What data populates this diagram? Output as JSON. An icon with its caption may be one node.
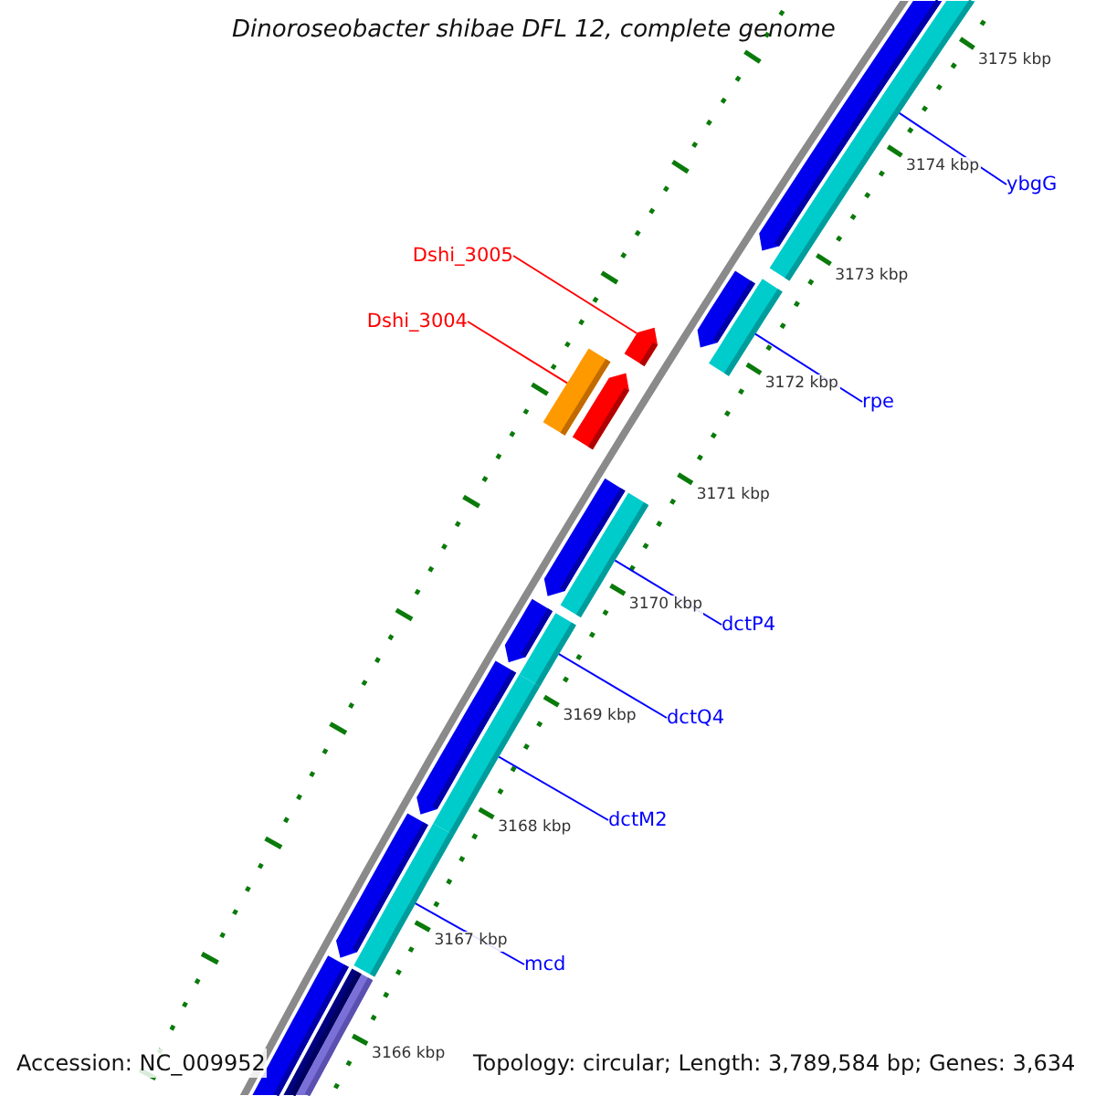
{
  "diagram": {
    "title": "Dinoroseobacter shibae DFL 12, complete genome",
    "nodes": [
      {
        "text": [
          "Dshi_3005"
        ]
      },
      {
        "text": [
          "Dshi_3004"
        ]
      },
      {
        "text": [
          "ybgG"
        ]
      },
      {
        "text": [
          "rpe"
        ]
      },
      {
        "text": [
          "dctP4"
        ]
      },
      {
        "text": [
          "dctQ4"
        ]
      },
      {
        "text": [
          "dctM2"
        ]
      },
      {
        "text": [
          "mcd"
        ]
      },
      {
        "text": [],
        "shape": "bar"
      },
      {
        "text": [],
        "shape": "bar"
      },
      {
        "text": [],
        "shape": "bar"
      },
      {
        "text": [],
        "shape": "bar"
      },
      {
        "text": [],
        "shape": "bar"
      },
      {
        "text": [],
        "shape": "bar"
      },
      {
        "text": [],
        "shape": "bar"
      },
      {
        "text": [],
        "shape": "bar"
      },
      {
        "text": [],
        "shape": "bar"
      },
      {
        "text": [],
        "shape": "bar"
      },
      {
        "text": [],
        "shape": "bar"
      },
      {
        "text": [],
        "shape": "bar"
      },
      {
        "text": [],
        "shape": "bar"
      },
      {
        "text": [],
        "shape": "bar"
      },
      {
        "text": [],
        "shape": "bar"
      },
      {
        "text": [],
        "shape": "bar"
      },
      {
        "text": [],
        "shape": "bar"
      },
      {
        "text": [],
        "shape": "bar"
      }
    ],
    "edges": [
      {
        "from": 0,
        "to": 12,
        "arrow": "none",
        "color": "#ff0000"
      },
      {
        "from": 1,
        "to": 13,
        "arrow": "none",
        "color": "#ff0000"
      },
      {
        "from": 2,
        "to": 9,
        "arrow": "none"
      },
      {
        "from": 3,
        "to": 11,
        "arrow": "none"
      },
      {
        "from": 4,
        "to": 16,
        "arrow": "none"
      },
      {
        "from": 5,
        "to": 18,
        "arrow": "none"
      },
      {
        "from": 6,
        "to": 20,
        "arrow": "none"
      },
      {
        "from": 7,
        "to": 22,
        "arrow": "none"
      }
    ],
    "labels": [
      "3175 kbp",
      "3174 kbp",
      "3173 kbp",
      "3172 kbp",
      "3171 kbp",
      "3170 kbp",
      "3169 kbp",
      "3168 kbp",
      "3167 kbp",
      "3166 kbp",
      "Accession: NC_009952",
      "Topology: circular; Length: 3,789,584 bp; Genes: 3,634"
    ]
  }
}
